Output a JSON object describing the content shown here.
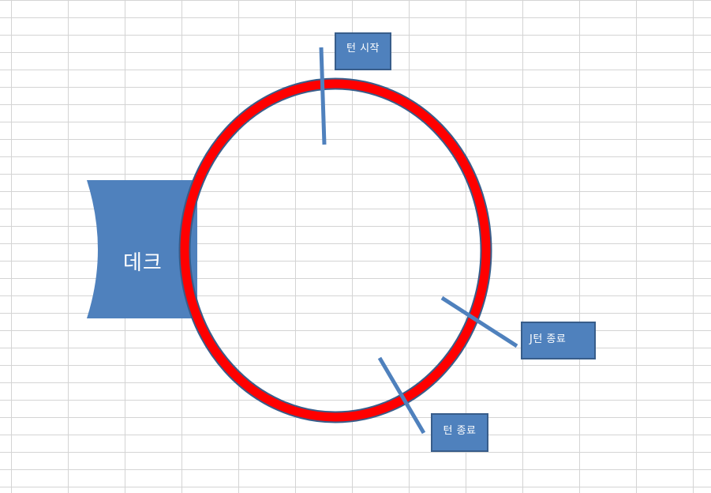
{
  "diagram": {
    "deck_label": "데크",
    "labels": [
      {
        "id": "turn-start",
        "text": "턴 시작"
      },
      {
        "id": "j-turn-end",
        "text": "J턴 종료"
      },
      {
        "id": "turn-end",
        "text": "턴 종료"
      }
    ],
    "colors": {
      "shape_fill": "#4F81BD",
      "shape_border": "#385D8A",
      "ring": "#FF0000",
      "grid": "#D4D4D4"
    }
  }
}
